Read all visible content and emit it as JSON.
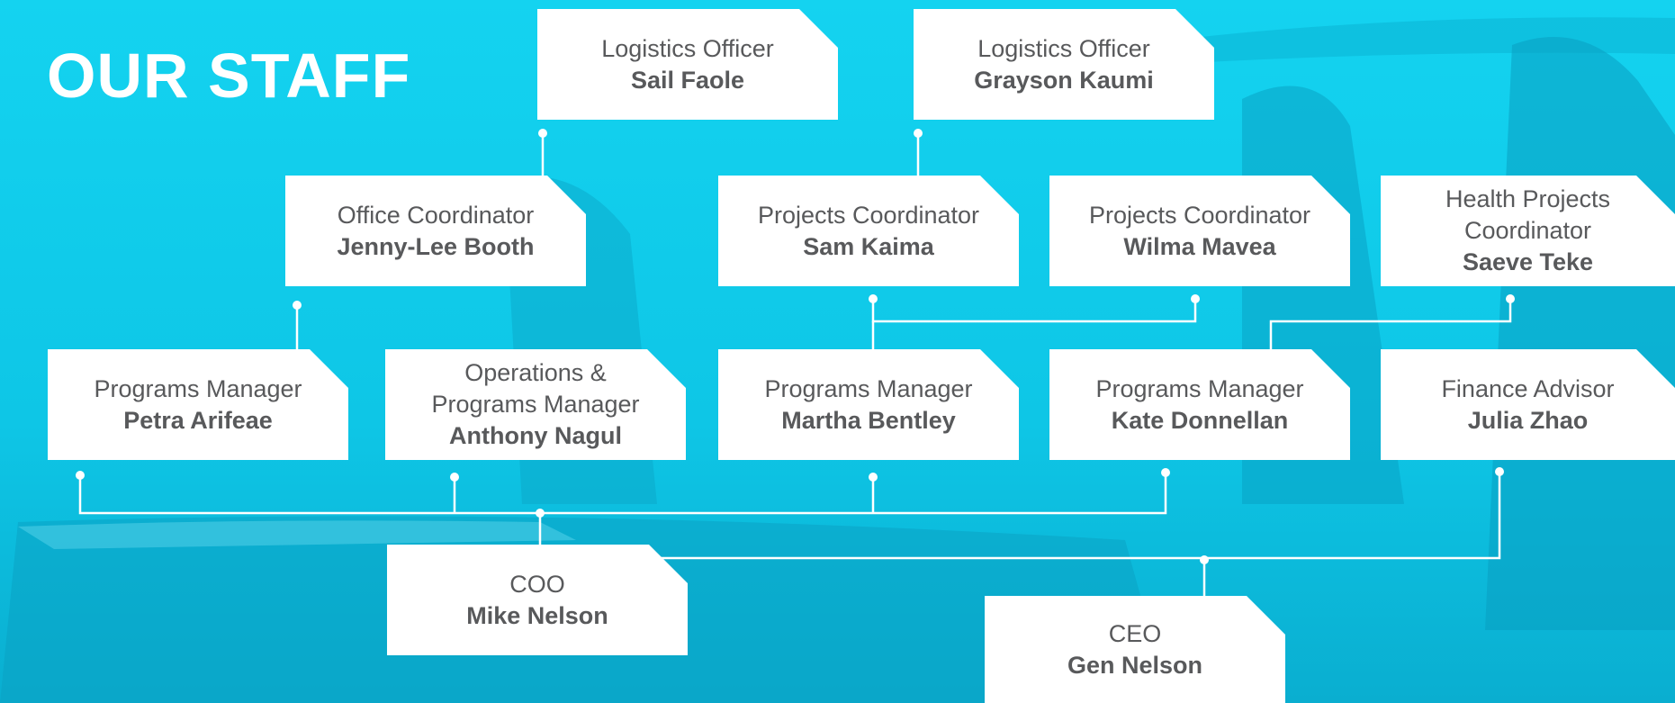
{
  "title": "OUR STAFF",
  "colors": {
    "background": "#10cfee",
    "card": "#ffffff",
    "text": "#58595b",
    "line": "#ffffff"
  },
  "staff": {
    "logistics_1": {
      "role": "Logistics Officer",
      "name": "Sail Faole"
    },
    "logistics_2": {
      "role": "Logistics Officer",
      "name": "Grayson Kaumi"
    },
    "office_coordinator": {
      "role": "Office Coordinator",
      "name": "Jenny-Lee Booth"
    },
    "projects_coord_1": {
      "role": "Projects Coordinator",
      "name": "Sam Kaima"
    },
    "projects_coord_2": {
      "role": "Projects Coordinator",
      "name": "Wilma Mavea"
    },
    "health_coord": {
      "role_line1": "Health Projects",
      "role_line2": "Coordinator",
      "name": "Saeve Teke"
    },
    "programs_mgr_1": {
      "role": "Programs Manager",
      "name": "Petra Arifeae"
    },
    "ops_mgr": {
      "role_line1": "Operations &",
      "role_line2": "Programs Manager",
      "name": "Anthony Nagul"
    },
    "programs_mgr_2": {
      "role": "Programs Manager",
      "name": "Martha Bentley"
    },
    "programs_mgr_3": {
      "role": "Programs Manager",
      "name": "Kate Donnellan"
    },
    "finance": {
      "role": "Finance Advisor",
      "name": "Julia Zhao"
    },
    "coo": {
      "role": "COO",
      "name": "Mike Nelson"
    },
    "ceo": {
      "role": "CEO",
      "name": "Gen Nelson"
    }
  }
}
